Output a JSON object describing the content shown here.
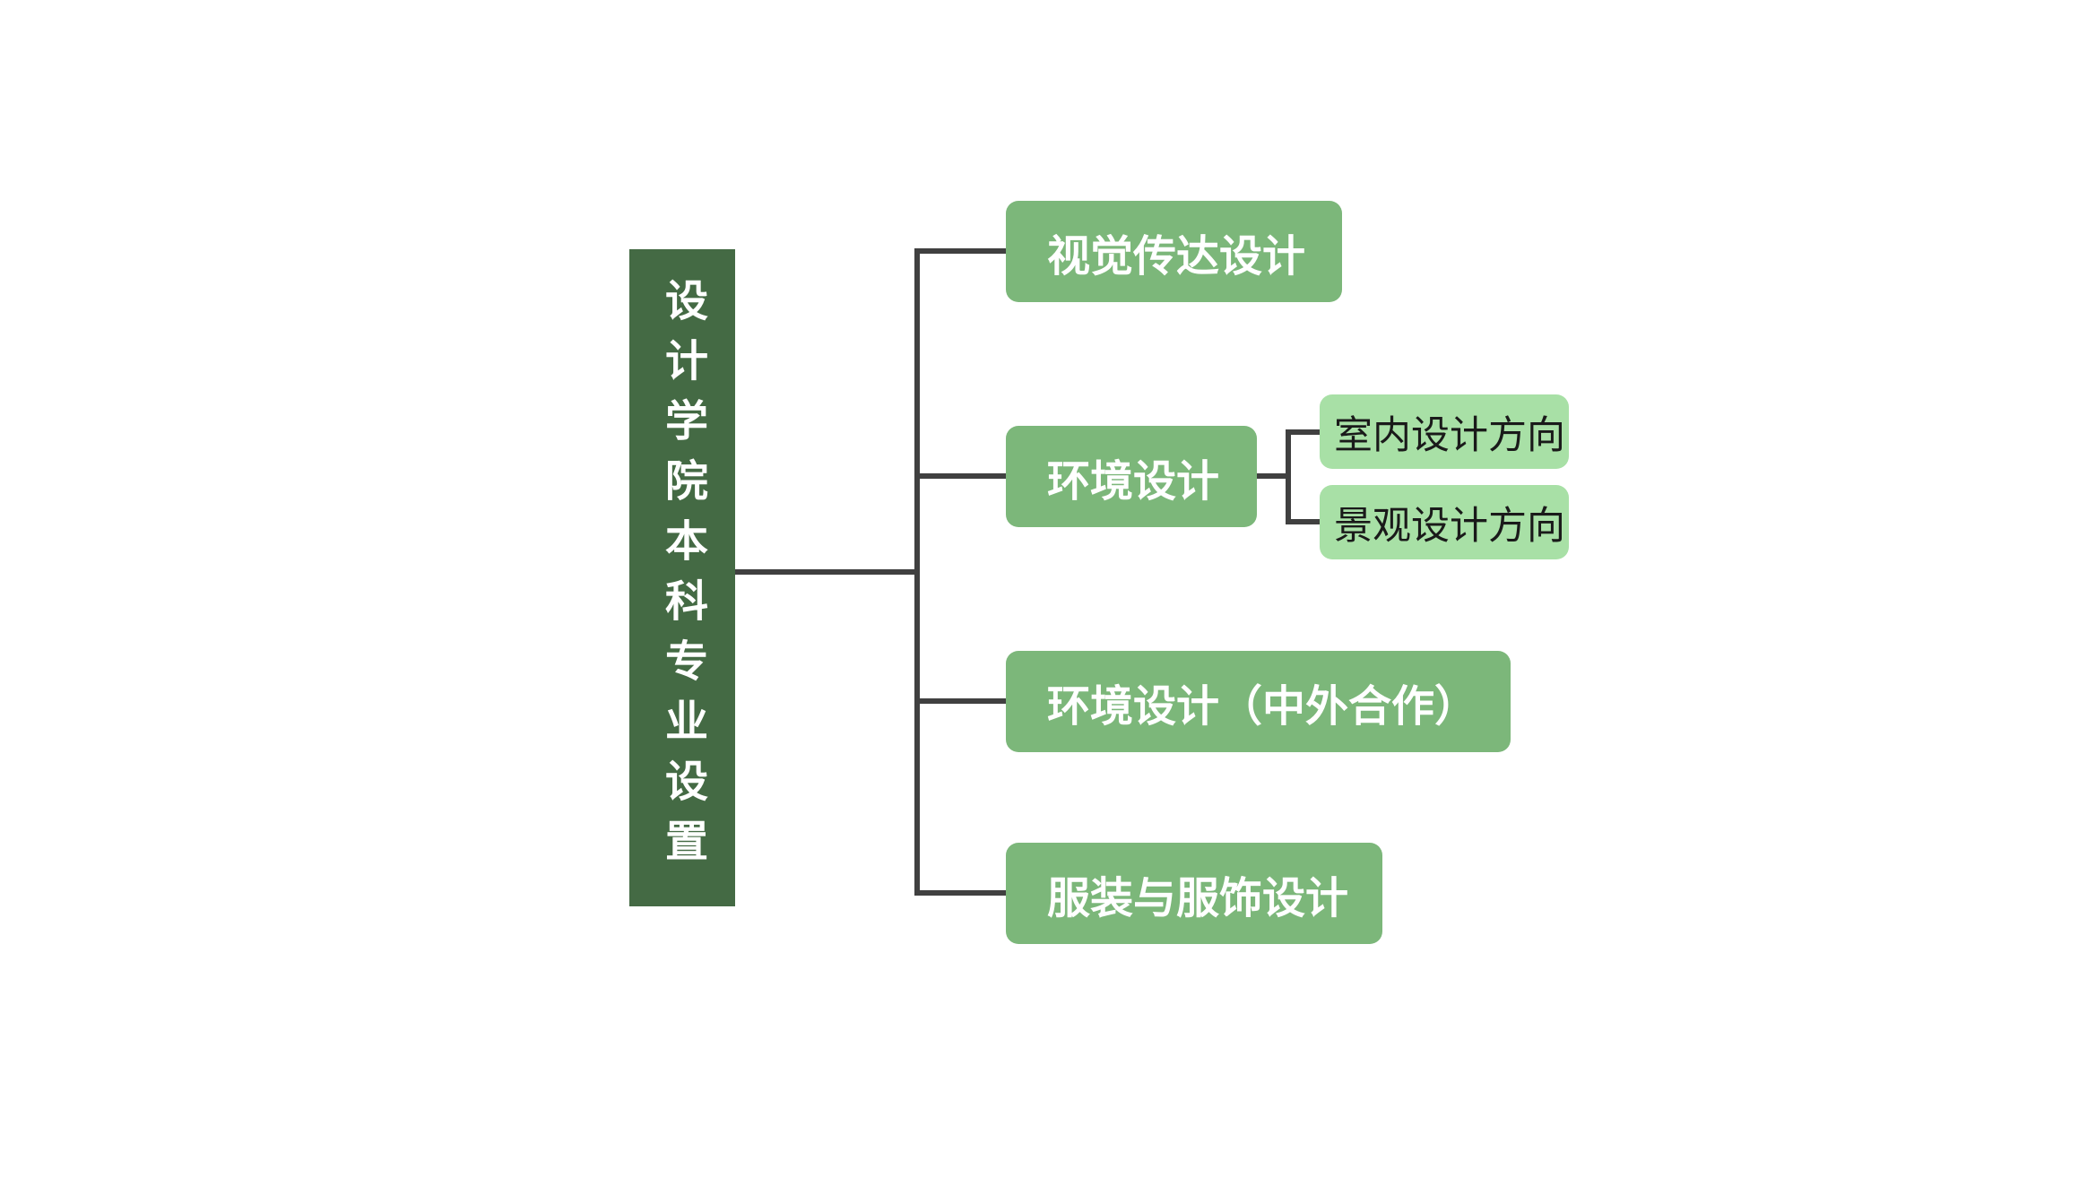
{
  "diagram": {
    "root": {
      "label": "设计学院本科专业设置"
    },
    "branches": [
      {
        "label": "视觉传达设计",
        "children": []
      },
      {
        "label": "环境设计",
        "children": [
          {
            "label": "室内设计方向"
          },
          {
            "label": "景观设计方向"
          }
        ]
      },
      {
        "label": "环境设计（中外合作）",
        "children": []
      },
      {
        "label": "服装与服饰设计",
        "children": []
      }
    ]
  },
  "colors": {
    "root_fill": "#446a44",
    "branch_fill": "#7cb77a",
    "sub_fill": "#a8e0a6",
    "connector": "#404040"
  }
}
